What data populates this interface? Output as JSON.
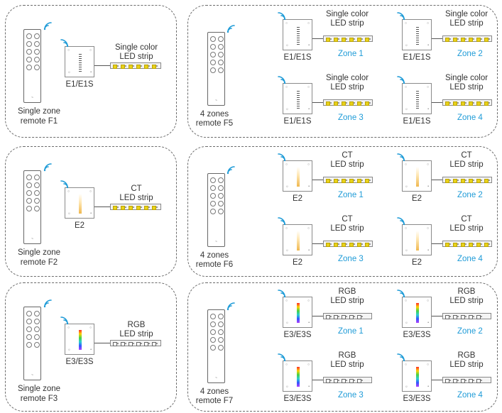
{
  "colors": {
    "zone_label": "#1e9bd7",
    "outline": "#6b6b6b",
    "led_yellow": "#e9d21a"
  },
  "icons": {
    "remote_signal": "wifi-signal-icon",
    "controller_signal": "wifi-signal-icon"
  },
  "rows": [
    {
      "single": {
        "remote_line1": "Single zone",
        "remote_line2": "remote F1",
        "controller": "E1/E1S",
        "strip_line1": "Single color",
        "strip_line2": "LED strip"
      },
      "multi": {
        "remote_line1": "4 zones",
        "remote_line2": "remote F5",
        "zones": [
          {
            "controller": "E1/E1S",
            "strip_line1": "Single color",
            "strip_line2": "LED strip",
            "zone": "Zone 1"
          },
          {
            "controller": "E1/E1S",
            "strip_line1": "Single color",
            "strip_line2": "LED strip",
            "zone": "Zone 2"
          },
          {
            "controller": "E1/E1S",
            "strip_line1": "Single color",
            "strip_line2": "LED strip",
            "zone": "Zone 3"
          },
          {
            "controller": "E1/E1S",
            "strip_line1": "Single color",
            "strip_line2": "LED strip",
            "zone": "Zone 4"
          }
        ]
      }
    },
    {
      "single": {
        "remote_line1": "Single zone",
        "remote_line2": "remote F2",
        "controller": "E2",
        "strip_line1": "CT",
        "strip_line2": "LED strip"
      },
      "multi": {
        "remote_line1": "4 zones",
        "remote_line2": "remote F6",
        "zones": [
          {
            "controller": "E2",
            "strip_line1": "CT",
            "strip_line2": "LED strip",
            "zone": "Zone 1"
          },
          {
            "controller": "E2",
            "strip_line1": "CT",
            "strip_line2": "LED strip",
            "zone": "Zone 2"
          },
          {
            "controller": "E2",
            "strip_line1": "CT",
            "strip_line2": "LED strip",
            "zone": "Zone 3"
          },
          {
            "controller": "E2",
            "strip_line1": "CT",
            "strip_line2": "LED strip",
            "zone": "Zone 4"
          }
        ]
      }
    },
    {
      "single": {
        "remote_line1": "Single zone",
        "remote_line2": "remote F3",
        "controller": "E3/E3S",
        "strip_line1": "RGB",
        "strip_line2": "LED strip"
      },
      "multi": {
        "remote_line1": "4 zones",
        "remote_line2": "remote F7",
        "zones": [
          {
            "controller": "E3/E3S",
            "strip_line1": "RGB",
            "strip_line2": "LED strip",
            "zone": "Zone 1"
          },
          {
            "controller": "E3/E3S",
            "strip_line1": "RGB",
            "strip_line2": "LED strip",
            "zone": "Zone 2"
          },
          {
            "controller": "E3/E3S",
            "strip_line1": "RGB",
            "strip_line2": "LED strip",
            "zone": "Zone 3"
          },
          {
            "controller": "E3/E3S",
            "strip_line1": "RGB",
            "strip_line2": "LED strip",
            "zone": "Zone 4"
          }
        ]
      }
    }
  ]
}
